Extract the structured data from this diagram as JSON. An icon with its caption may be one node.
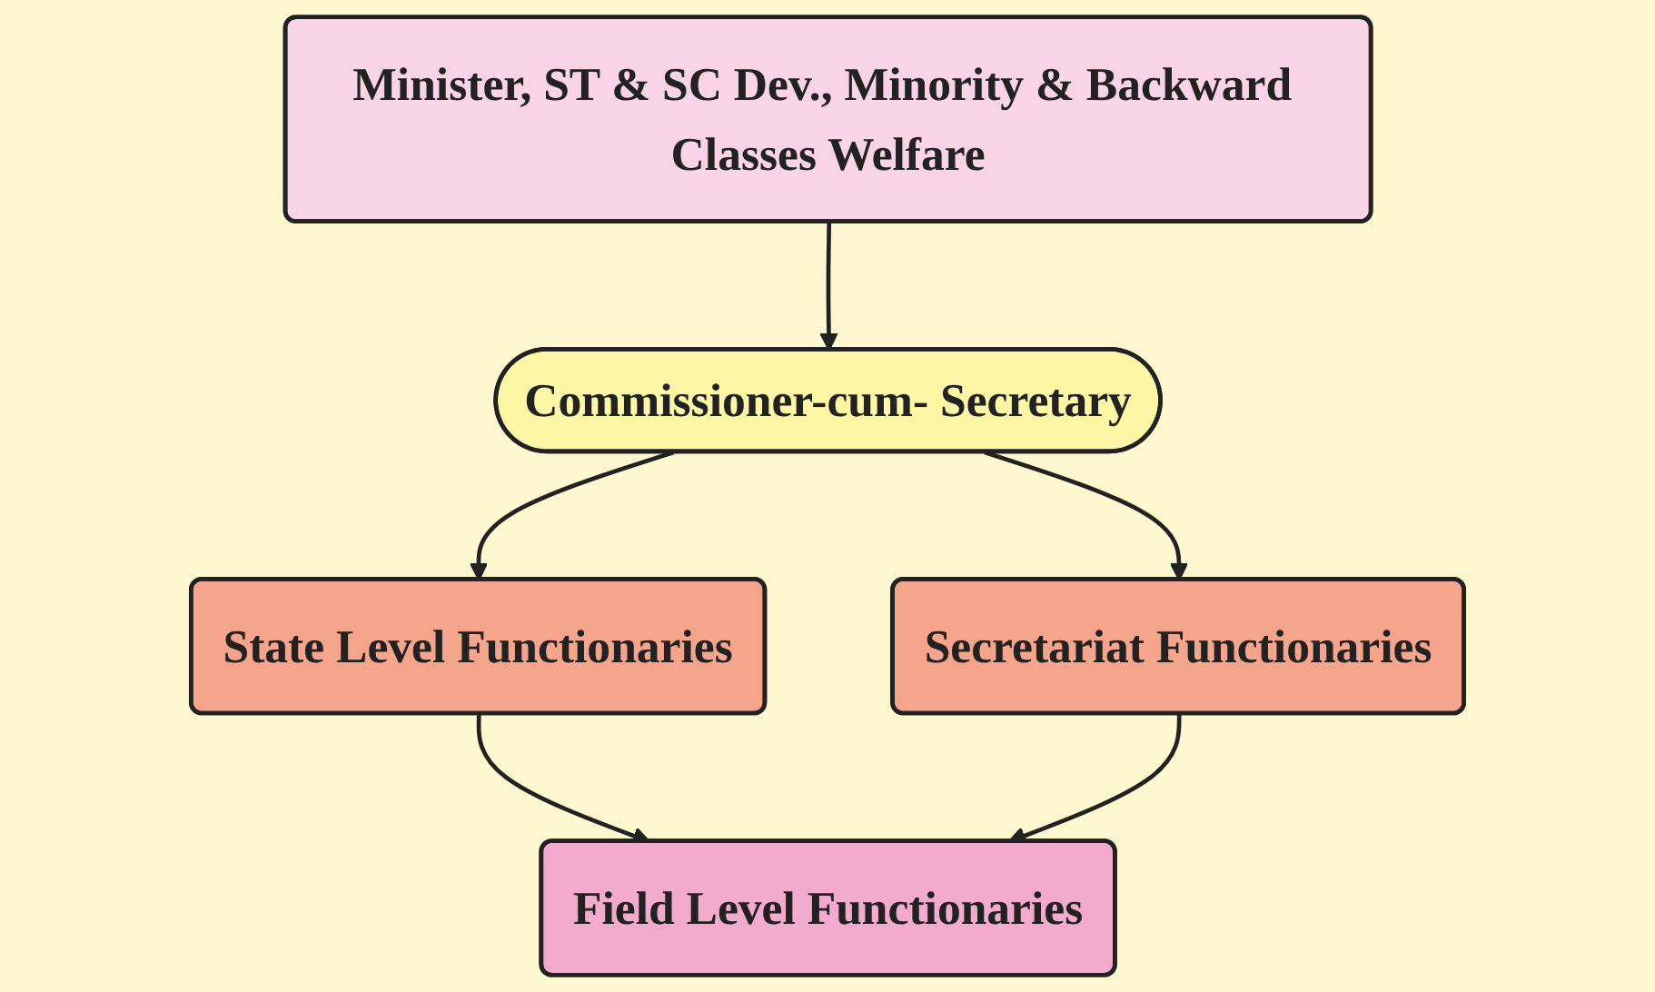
{
  "diagram": {
    "nodes": [
      {
        "text": [
          "Minister, ST & SC Dev., Minority & Backward Classes Welfare"
        ]
      },
      {
        "text": [
          "Commissioner-cum- Secretary"
        ]
      },
      {
        "text": [
          "State Level Functionaries"
        ]
      },
      {
        "text": [
          "Secretariat Functionaries"
        ]
      },
      {
        "text": [
          "Field Level Functionaries"
        ]
      }
    ],
    "edges": [
      {
        "from": 0,
        "to": 1,
        "arrow": "to"
      },
      {
        "from": 1,
        "to": 2,
        "arrow": "to"
      },
      {
        "from": 1,
        "to": 3,
        "arrow": "to"
      },
      {
        "from": 2,
        "to": 4,
        "arrow": "to"
      },
      {
        "from": 3,
        "to": 4,
        "arrow": "to"
      }
    ]
  }
}
